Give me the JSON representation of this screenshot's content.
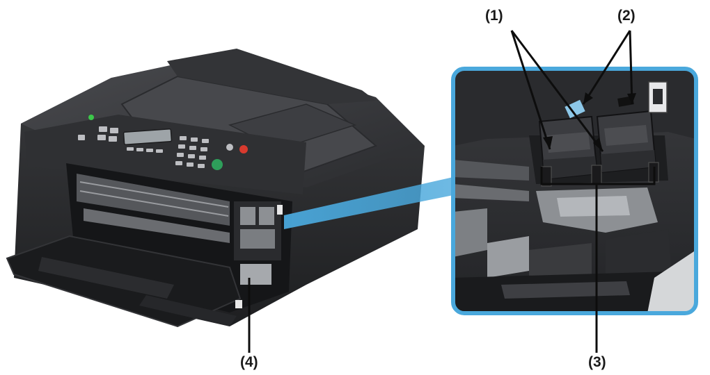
{
  "callouts": [
    {
      "label": "(1)"
    },
    {
      "label": "(2)"
    },
    {
      "label": "(3)"
    },
    {
      "label": "(4)"
    }
  ],
  "colors": {
    "printer_body": "#2a2b2e",
    "printer_top": "#3a3b3e",
    "inset_border": "#4aa8dc",
    "leader_line": "#0d0d0d",
    "power_led": "#3cc84a",
    "stop_button": "#d83a2e",
    "start_button": "#2e9e5a"
  }
}
